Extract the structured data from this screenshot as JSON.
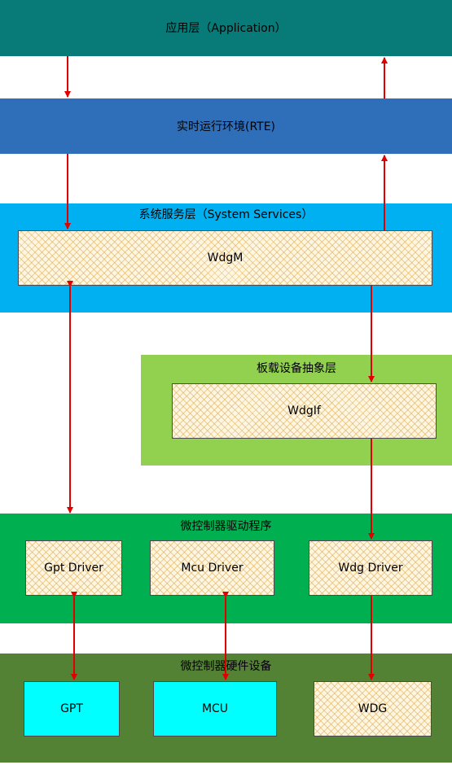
{
  "colors": {
    "application": "#087a78",
    "rte": "#2f6fb9",
    "system_services": "#00b0f0",
    "ecu_abstraction": "#92d050",
    "mcal": "#00b050",
    "hardware": "#548235",
    "arrow": "#e00000",
    "hardware_box": "#00ffff"
  },
  "layers": {
    "application": {
      "title": "应用层（Application）"
    },
    "rte": {
      "title": "实时运行环境(RTE)"
    },
    "system_services": {
      "title": "系统服务层（System Services）",
      "module": "WdgM"
    },
    "ecu_abstraction": {
      "title": "板载设备抽象层",
      "module": "WdgIf"
    },
    "mcal": {
      "title": "微控制器驱动程序",
      "modules": [
        "Gpt Driver",
        "Mcu Driver",
        "Wdg Driver"
      ]
    },
    "hardware": {
      "title": "微控制器硬件设备",
      "modules": [
        "GPT",
        "MCU",
        "WDG"
      ]
    }
  }
}
